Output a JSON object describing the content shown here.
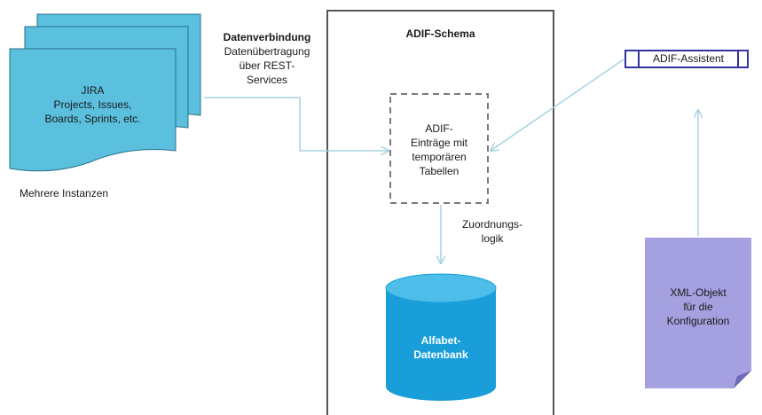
{
  "jira_stack": {
    "title": "JIRA",
    "line2": "Projects, Issues,",
    "line3": "Boards, Sprints, etc.",
    "caption": "Mehrere Instanzen",
    "color": "#5bc0de",
    "shadow": "#2a6f8a"
  },
  "connection": {
    "title": "Datenverbindung",
    "line2": "Datenübertragung",
    "line3": "über REST-",
    "line4": "Services"
  },
  "schema_box": {
    "title": "ADIF-Schema"
  },
  "entries_box": {
    "line1": "ADIF-",
    "line2": "Einträge mit",
    "line3": "temporären",
    "line4": "Tabellen"
  },
  "mapping": {
    "line1": "Zuordnungs-",
    "line2": "logik"
  },
  "database": {
    "line1": "Alfabet-",
    "line2": "Datenbank",
    "color": "#1a9ed9",
    "top_color": "#4dbdea"
  },
  "assistant": {
    "label": "ADIF-Assistent",
    "border_color": "#3333a0"
  },
  "xml_object": {
    "line1": "XML-Objekt",
    "line2": "für die",
    "line3": "Konfiguration",
    "color": "#a5a0e0"
  },
  "colors": {
    "arrow": "#a7d3e0",
    "frame": "#555555",
    "dashed": "#7a7a7a"
  }
}
